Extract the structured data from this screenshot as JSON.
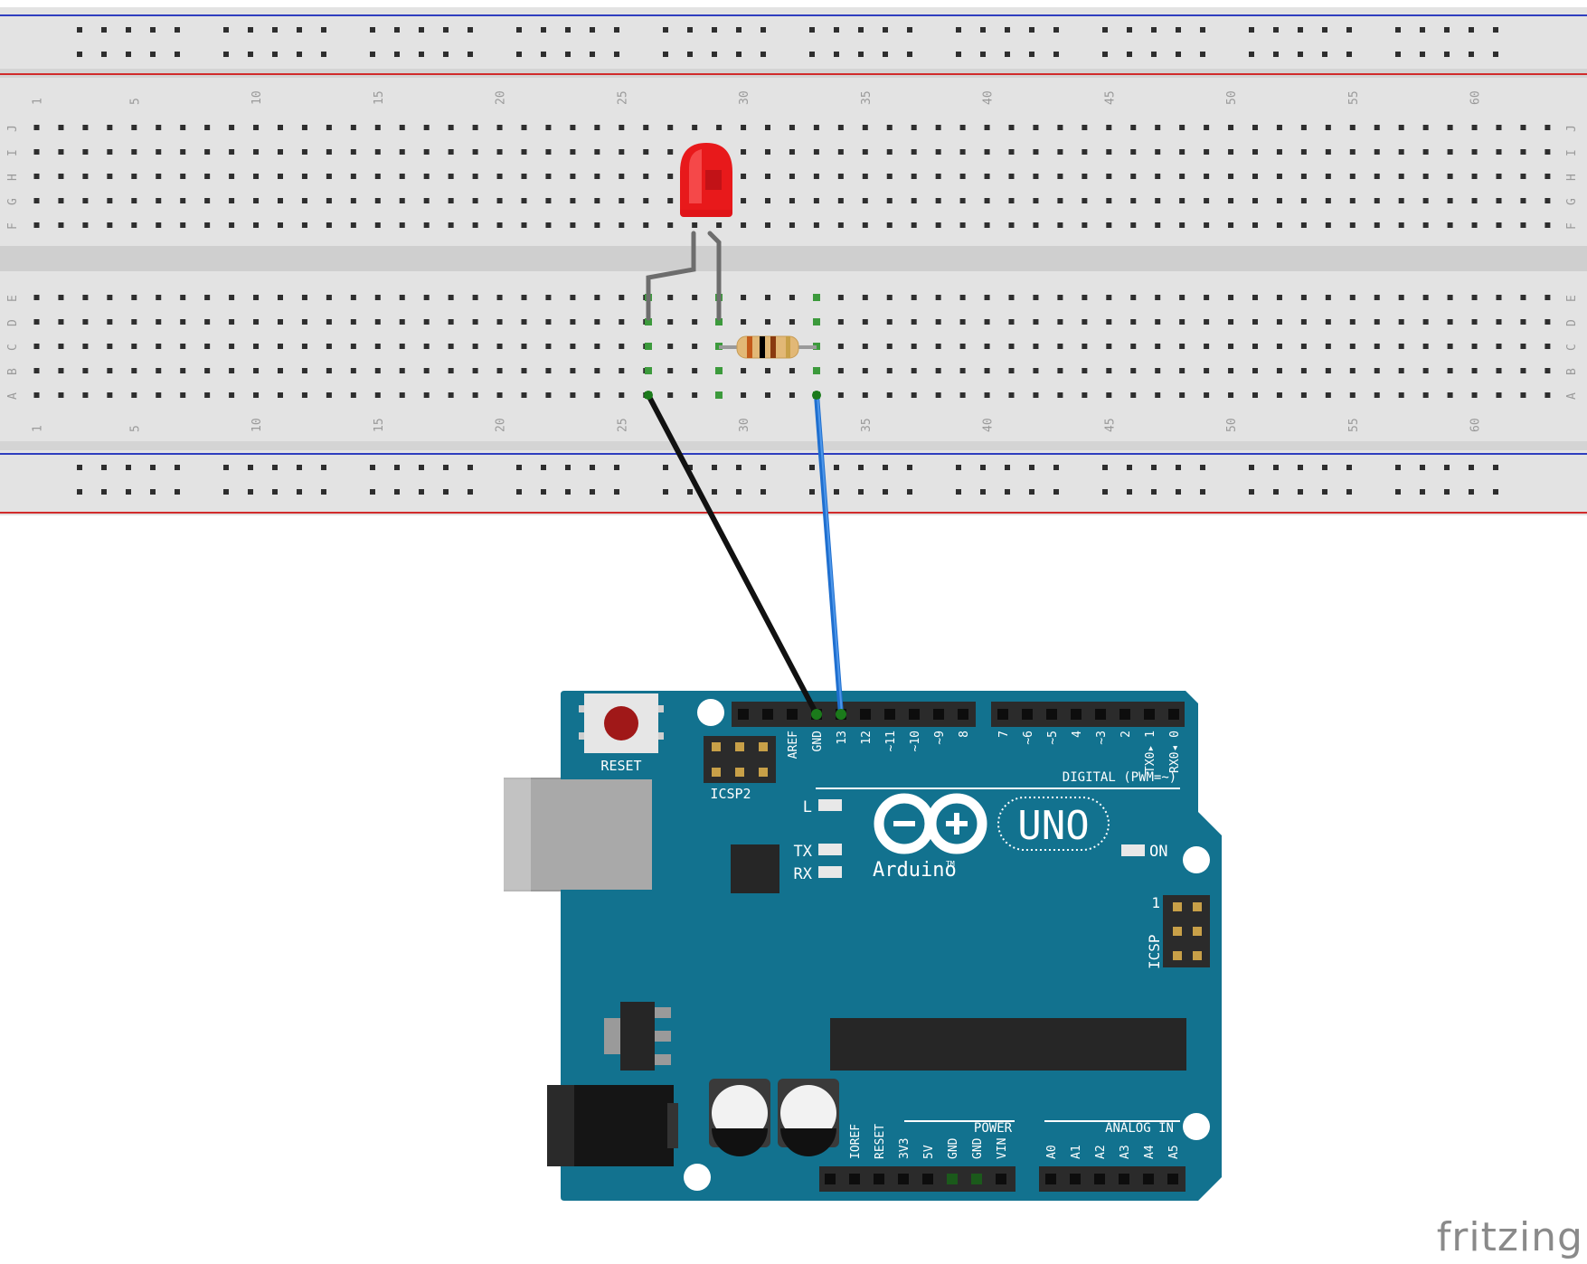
{
  "breadboard": {
    "column_numbers": [
      "1",
      "5",
      "10",
      "15",
      "20",
      "25",
      "30",
      "35",
      "40",
      "45",
      "50",
      "55",
      "60"
    ],
    "top_rows": [
      "J",
      "I",
      "H",
      "G",
      "F"
    ],
    "bottom_rows": [
      "E",
      "D",
      "C",
      "B",
      "A"
    ],
    "rail_colors": {
      "blue": "#2f3fbf",
      "red": "#d12b2b"
    }
  },
  "components": {
    "led": {
      "color": "#e8191b"
    },
    "resistor": {
      "bands": [
        "#c35a1a",
        "#000000",
        "#8a3b10",
        "#c8a048"
      ]
    }
  },
  "wires": [
    {
      "name": "gnd-wire",
      "color": "#111111"
    },
    {
      "name": "pin13-wire",
      "color": "#1f6fcf"
    }
  ],
  "arduino": {
    "board_color": "#12728f",
    "reset_label": "RESET",
    "icsp2_label": "ICSP2",
    "icsp_label": "ICSP",
    "icsp_pin1": "1",
    "logo_text": "Arduino",
    "tm": "TM",
    "uno_label": "UNO",
    "digital_label": "DIGITAL (PWM=~)",
    "power_label": "POWER",
    "analog_label": "ANALOG IN",
    "led_l": "L",
    "led_tx": "TX",
    "led_rx": "RX",
    "led_on": "ON",
    "header_left_labels": [
      "AREF",
      "GND",
      "13",
      "12",
      "~11",
      "~10",
      "~9",
      "8"
    ],
    "header_right_labels": [
      "7",
      "~6",
      "~5",
      "4",
      "~3",
      "2",
      "TX0▸ 1",
      "RX0◂ 0"
    ],
    "power_pins": [
      "IOREF",
      "RESET",
      "3V3",
      "5V",
      "GND",
      "GND",
      "VIN"
    ],
    "analog_pins": [
      "A0",
      "A1",
      "A2",
      "A3",
      "A4",
      "A5"
    ]
  },
  "watermark": "fritzing"
}
